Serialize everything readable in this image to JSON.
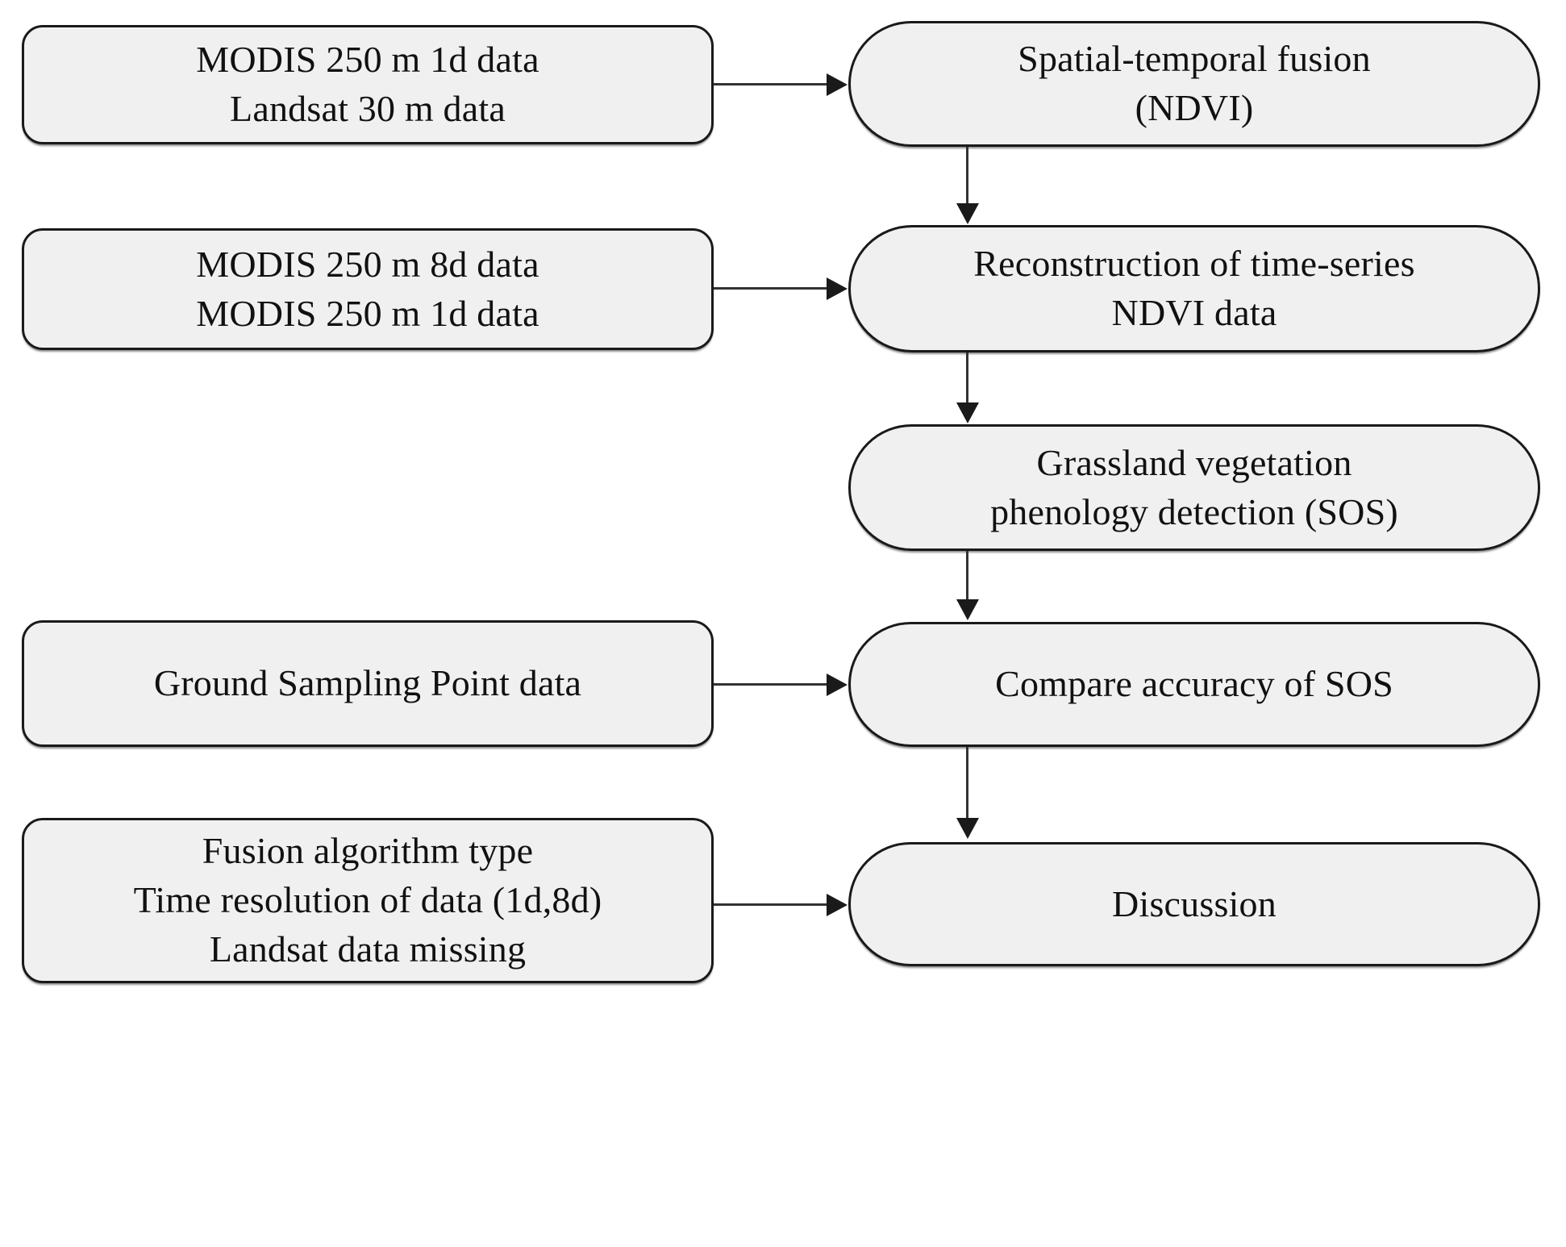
{
  "diagram": {
    "type": "flowchart",
    "title": "Grassland phenology methodology flowchart",
    "colors": {
      "node_fill": "#f0f0f0",
      "node_border": "#1a1a1a",
      "connector": "#333333",
      "text": "#111111",
      "background": "#ffffff"
    },
    "inputs": [
      {
        "id": "input-modis-landsat",
        "lines": [
          "MODIS 250 m 1d data",
          "Landsat 30 m data"
        ]
      },
      {
        "id": "input-modis-8d-1d",
        "lines": [
          "MODIS 250 m 8d data",
          "MODIS 250 m 1d data"
        ]
      },
      {
        "id": "input-ground-sampling",
        "lines": [
          "Ground Sampling Point data"
        ]
      },
      {
        "id": "input-discussion-factors",
        "lines": [
          "Fusion algorithm type",
          "Time resolution of data (1d,8d)",
          "Landsat data missing"
        ]
      }
    ],
    "processes": [
      {
        "id": "process-fusion",
        "lines": [
          "Spatial-temporal fusion",
          "(NDVI)"
        ]
      },
      {
        "id": "process-reconstruction",
        "lines": [
          "Reconstruction of time-series",
          "NDVI data"
        ]
      },
      {
        "id": "process-phenology",
        "lines": [
          "Grassland vegetation",
          "phenology detection (SOS)"
        ]
      },
      {
        "id": "process-compare",
        "lines": [
          "Compare accuracy of SOS"
        ]
      },
      {
        "id": "process-discussion",
        "lines": [
          "Discussion"
        ]
      }
    ],
    "edges": [
      {
        "id": "edge-input1-to-fusion",
        "from": "input-modis-landsat",
        "to": "process-fusion",
        "direction": "right"
      },
      {
        "id": "edge-fusion-to-reconstruction",
        "from": "process-fusion",
        "to": "process-reconstruction",
        "direction": "down"
      },
      {
        "id": "edge-input2-to-reconstruction",
        "from": "input-modis-8d-1d",
        "to": "process-reconstruction",
        "direction": "right"
      },
      {
        "id": "edge-reconstruction-to-phenology",
        "from": "process-reconstruction",
        "to": "process-phenology",
        "direction": "down"
      },
      {
        "id": "edge-phenology-to-compare",
        "from": "process-phenology",
        "to": "process-compare",
        "direction": "down"
      },
      {
        "id": "edge-input3-to-compare",
        "from": "input-ground-sampling",
        "to": "process-compare",
        "direction": "right"
      },
      {
        "id": "edge-compare-to-discussion",
        "from": "process-compare",
        "to": "process-discussion",
        "direction": "down"
      },
      {
        "id": "edge-input4-to-discussion",
        "from": "input-discussion-factors",
        "to": "process-discussion",
        "direction": "right"
      }
    ]
  }
}
